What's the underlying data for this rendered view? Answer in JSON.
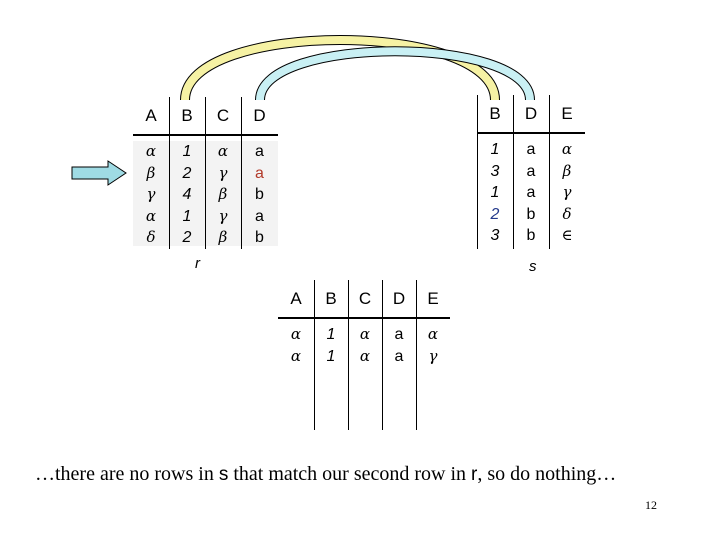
{
  "table_r": {
    "name": "r",
    "headers": [
      "A",
      "B",
      "C",
      "D"
    ],
    "columns": [
      [
        "α",
        "β",
        "γ",
        "α",
        "δ"
      ],
      [
        "1",
        "2",
        "4",
        "1",
        "2"
      ],
      [
        "α",
        "γ",
        "β",
        "γ",
        "β"
      ],
      [
        "a",
        "a",
        "b",
        "a",
        "b"
      ]
    ]
  },
  "table_s": {
    "name": "s",
    "headers": [
      "B",
      "D",
      "E"
    ],
    "columns": [
      [
        "1",
        "3",
        "1",
        "2",
        "3"
      ],
      [
        "a",
        "a",
        "a",
        "b",
        "b"
      ],
      [
        "α",
        "β",
        "γ",
        "δ",
        "∈"
      ]
    ]
  },
  "table_result": {
    "headers": [
      "A",
      "B",
      "C",
      "D",
      "E"
    ],
    "columns": [
      [
        "α",
        "α"
      ],
      [
        "1",
        "1"
      ],
      [
        "α",
        "α"
      ],
      [
        "a",
        "a"
      ],
      [
        "α",
        "γ"
      ]
    ]
  },
  "caption": {
    "part1": "…there are no rows in ",
    "s_symbol": "s",
    "part2": " that match our second row in ",
    "r_symbol": "r",
    "part3": ", so do nothing…"
  },
  "page_number": "12",
  "colors": {
    "arc_yellow": "#f6f2a4",
    "arc_cyan": "#c9f0f4",
    "arrow_fill": "#9fdbe4",
    "highlight_red": "#b23a2a",
    "blue_digit": "#243a8c"
  }
}
